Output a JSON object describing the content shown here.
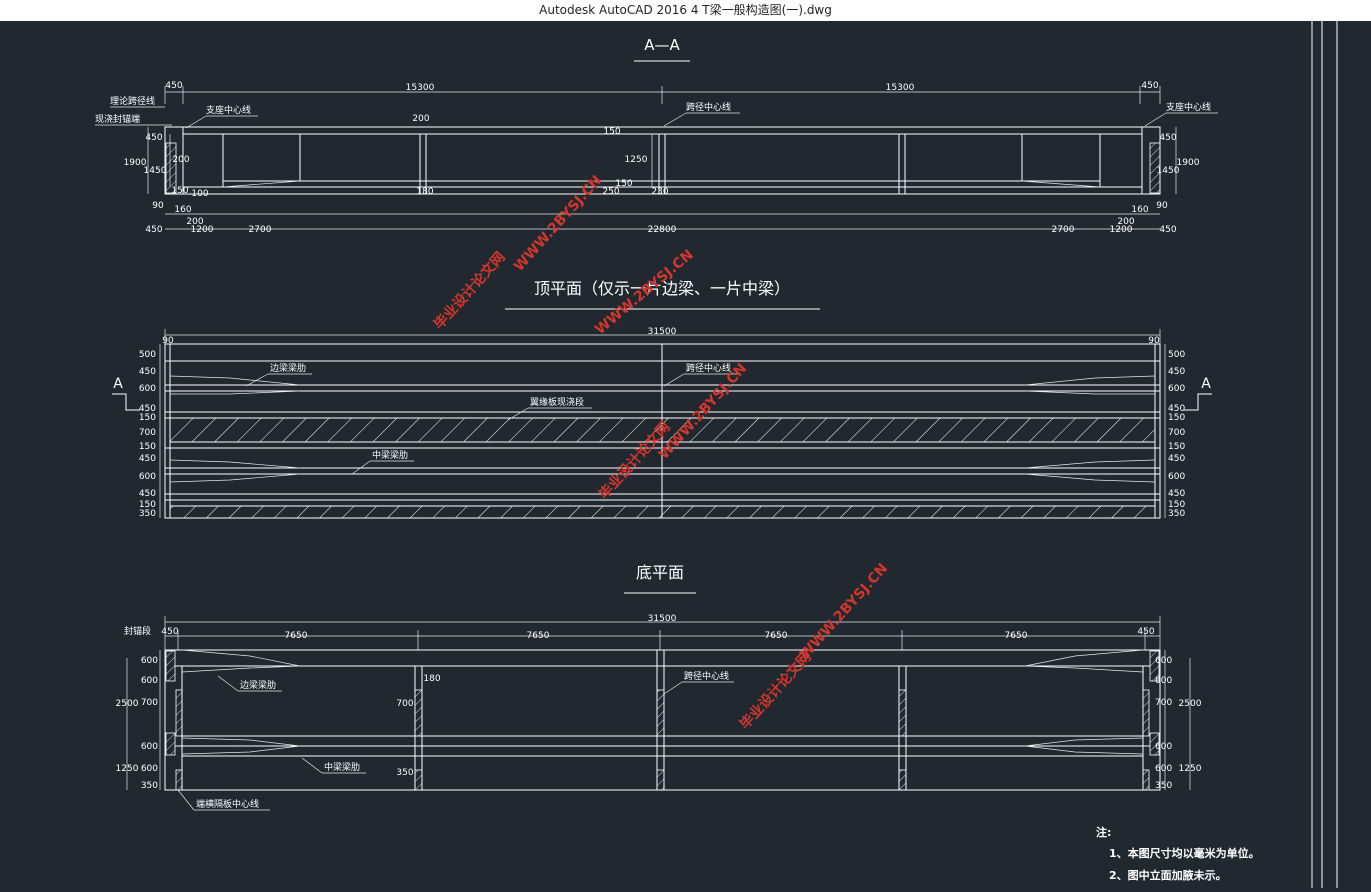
{
  "window": {
    "title": "Autodesk AutoCAD 2016     4 T梁一般构造图(一).dwg"
  },
  "section_aa": {
    "title": "A—A",
    "labels": {
      "theory_span_line": "理论跨径线",
      "cast_diaphragm": "现浇封锚端",
      "bearing_center_left": "支座中心线",
      "span_center": "跨径中心线",
      "bearing_center_right": "支座中心线"
    },
    "dims_top": [
      "450",
      "15300",
      "15300",
      "450"
    ],
    "dims_inner": [
      "200",
      "150",
      "1250",
      "150",
      "250",
      "230",
      "180"
    ],
    "dims_left": [
      "450",
      "1900",
      "1450",
      "200",
      "150",
      "100"
    ],
    "dims_right": [
      "450",
      "1900",
      "1450"
    ],
    "dims_bottom": [
      "90",
      "160",
      "200",
      "450",
      "1200",
      "2700",
      "22800",
      "2700",
      "1200",
      "450",
      "200",
      "160",
      "90"
    ]
  },
  "top_plan": {
    "title": "顶平面（仅示一片边梁、一片中梁）",
    "total": "31500",
    "end_offset_left": "90",
    "end_offset_right": "90",
    "section_marker": "A",
    "labels": {
      "edge_rib": "边梁梁肋",
      "span_center": "跨径中心线",
      "flange_cast": "翼缘板现浇段",
      "mid_rib": "中梁梁肋"
    },
    "row_dims": [
      "500",
      "450",
      "600",
      "450",
      "150",
      "700",
      "150",
      "450",
      "600",
      "450",
      "150",
      "350"
    ]
  },
  "bottom_plan": {
    "title": "底平面",
    "total": "31500",
    "segments": [
      "450",
      "7650",
      "7650",
      "7650",
      "7650",
      "450"
    ],
    "labels": {
      "anchor_segment": "封锚段",
      "edge_rib": "边梁梁肋",
      "span_center": "跨径中心线",
      "mid_rib": "中梁梁肋",
      "end_diaphragm_center": "端横隔板中心线"
    },
    "row_dims": [
      "600",
      "600",
      "700",
      "600",
      "600",
      "350"
    ],
    "group_dims": [
      "2500",
      "1250"
    ],
    "inner_dims": [
      "180",
      "700",
      "350"
    ]
  },
  "notes": {
    "heading": "注:",
    "items": [
      "1、本图尺寸均以毫米为单位。",
      "2、图中立面加腋未示。"
    ]
  },
  "watermark": {
    "url": "WWW.2BYSJ.CN",
    "name": "毕业设计论文网"
  },
  "colors": {
    "background": "#212830",
    "lines": "#ffffff",
    "watermark": "#d2362c",
    "titlebar": "#ffffff"
  }
}
